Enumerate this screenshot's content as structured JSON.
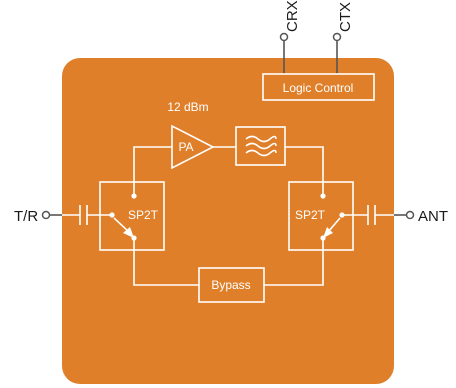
{
  "colors": {
    "block_fill": "#E07F2A",
    "internal_lines": "#FFFFFF",
    "external_lines": "#555555",
    "external_text": "#1A1A1A"
  },
  "ports": {
    "left": "T/R",
    "right": "ANT",
    "top_left": "CRX",
    "top_right": "CTX"
  },
  "blocks": {
    "logic_control": "Logic Control",
    "pa_gain": "12 dBm",
    "pa": "PA",
    "switch_left": "SP2T",
    "switch_right": "SP2T",
    "bypass": "Bypass",
    "filter_icon": "lowpass-filter-icon"
  }
}
